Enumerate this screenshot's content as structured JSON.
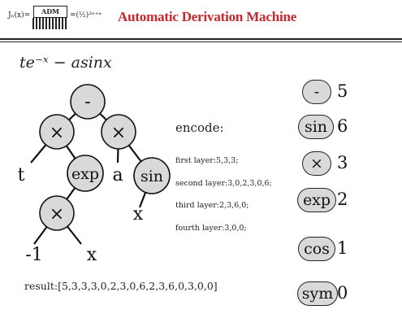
{
  "header": {
    "logo_formula": "Jₙ(x)=",
    "logo_text": "ADM",
    "logo_rhs": "=(½)²ⁿ⁺ᵃ",
    "title": "Automatic Derivation Machine"
  },
  "expression": "te⁻ˣ − asinx",
  "tree": {
    "nodes": [
      {
        "id": "root",
        "label": "-"
      },
      {
        "id": "times-left",
        "label": "×"
      },
      {
        "id": "times-right",
        "label": "×"
      },
      {
        "id": "t",
        "label": "t"
      },
      {
        "id": "exp",
        "label": "exp"
      },
      {
        "id": "a",
        "label": "a"
      },
      {
        "id": "sin",
        "label": "sin"
      },
      {
        "id": "times-bottom",
        "label": "×"
      },
      {
        "id": "x-sin",
        "label": "x"
      },
      {
        "id": "neg-one",
        "label": "-1"
      },
      {
        "id": "x-bottom",
        "label": "x"
      }
    ]
  },
  "encode": {
    "title": "encode:",
    "layers": [
      "first layer:5,3,3;",
      "second layer:3,0,2,3,0,6;",
      "third layer:2,3,6,0;",
      "fourth layer:3,0,0;"
    ]
  },
  "result": "result:[5,3,3,3,0,2,3,0,6,2,3,6,0,3,0,0]",
  "legend": [
    {
      "symbol": "-",
      "code": "5"
    },
    {
      "symbol": "sin",
      "code": "6"
    },
    {
      "symbol": "×",
      "code": "3"
    },
    {
      "symbol": "exp",
      "code": "2"
    },
    {
      "symbol": "cos",
      "code": "1"
    },
    {
      "symbol": "sym",
      "code": "0"
    }
  ]
}
